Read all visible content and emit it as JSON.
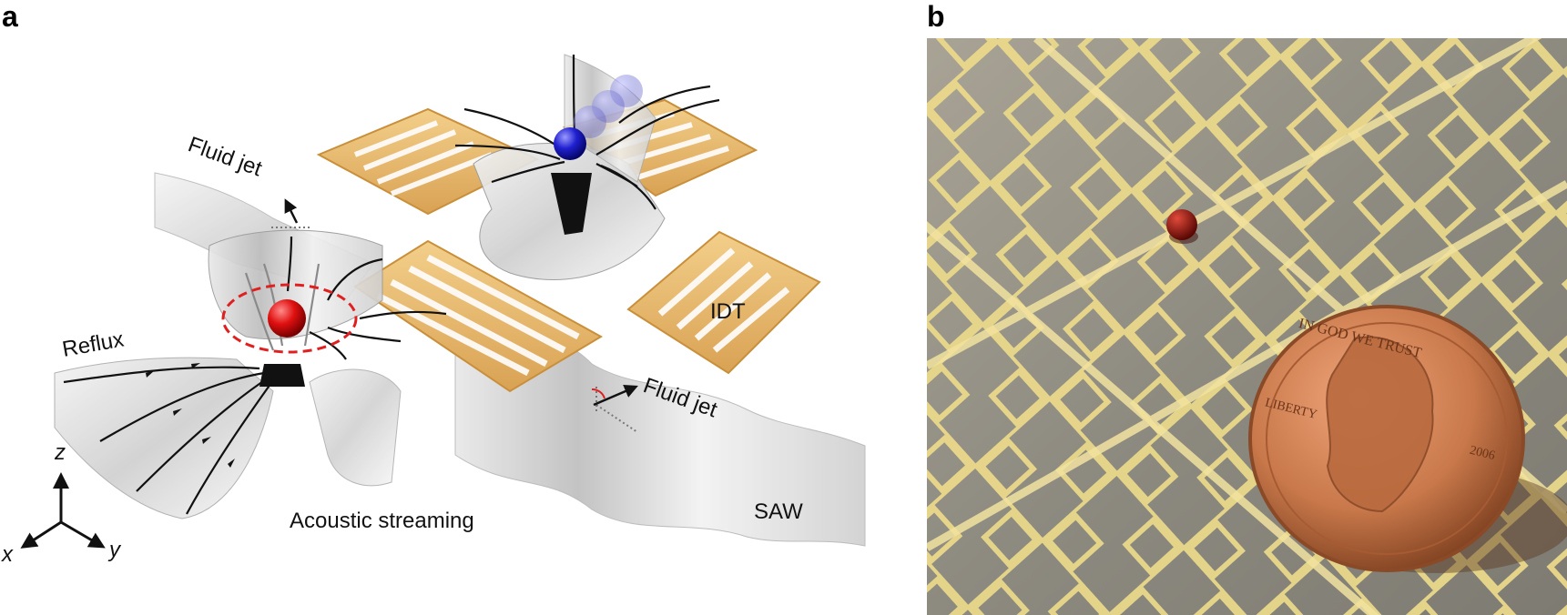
{
  "panels": {
    "a": {
      "letter": "a",
      "labels": {
        "fluid_jet_top": "Fluid jet",
        "fluid_jet_right": "Fluid jet",
        "reflux": "Reflux",
        "idt": "IDT",
        "acoustic_streaming": "Acoustic streaming",
        "saw": "SAW"
      },
      "axes": {
        "z": "z",
        "x": "x",
        "y": "y"
      },
      "colors": {
        "electrode": "#e7b567",
        "electrode_edge": "#c98f3a",
        "sphere_red": "#e01010",
        "sphere_blue": "#2020d0",
        "dashed_ellipse": "#e02020",
        "surface": "#d9d9d9"
      }
    },
    "b": {
      "letter": "b",
      "coin_text": {
        "top": "IN GOD WE TRUST",
        "left": "LIBERTY",
        "year": "2006"
      },
      "colors": {
        "gold": "#e9d88a",
        "substrate": "#8b887e",
        "coin": "#c8784a",
        "droplet": "#8a1008"
      }
    }
  }
}
